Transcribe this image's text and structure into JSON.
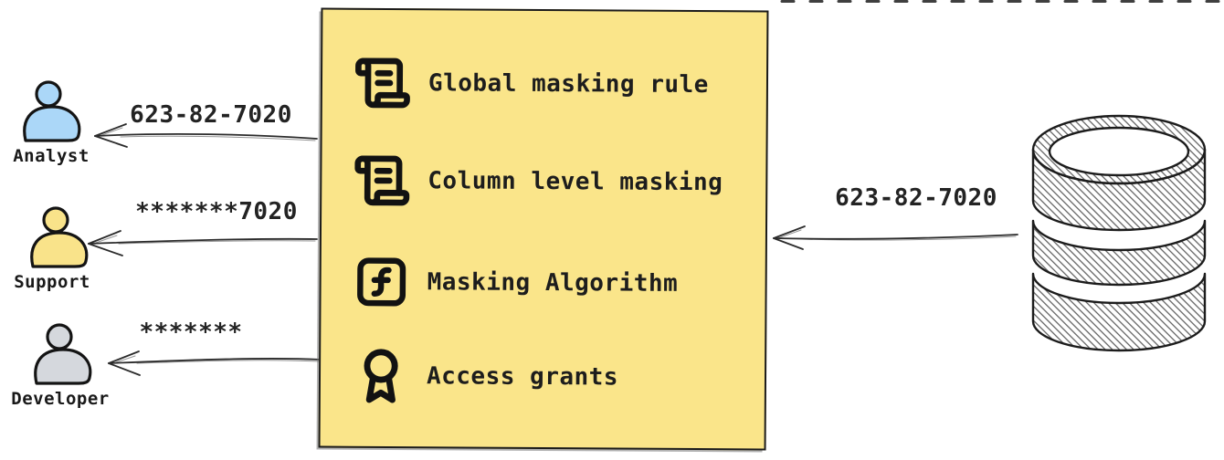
{
  "diagram": {
    "background": "#ffffff",
    "stroke_color": "#2b2b2b"
  },
  "source_flow": {
    "icon": "database-icon",
    "value": "623-82-7020"
  },
  "policy_box": {
    "background": "#fae58a",
    "border_color": "#1b1b1b",
    "items": [
      {
        "label": "Global masking rule",
        "icon": "scroll-icon"
      },
      {
        "label": "Column level masking",
        "icon": "scroll-icon"
      },
      {
        "label": "Masking Algorithm",
        "icon": "function-icon"
      },
      {
        "label": "Access grants",
        "icon": "award-icon"
      }
    ]
  },
  "left_flows": [
    {
      "persona": "Analyst",
      "icon": "person-icon",
      "color": "#abd7f8",
      "received_value": "623-82-7020"
    },
    {
      "persona": "Support",
      "icon": "person-icon",
      "color": "#f9e38a",
      "received_value": "*******7020"
    },
    {
      "persona": "Developer",
      "icon": "person-icon",
      "color": "#d5d8dd",
      "received_value": "*******"
    }
  ]
}
